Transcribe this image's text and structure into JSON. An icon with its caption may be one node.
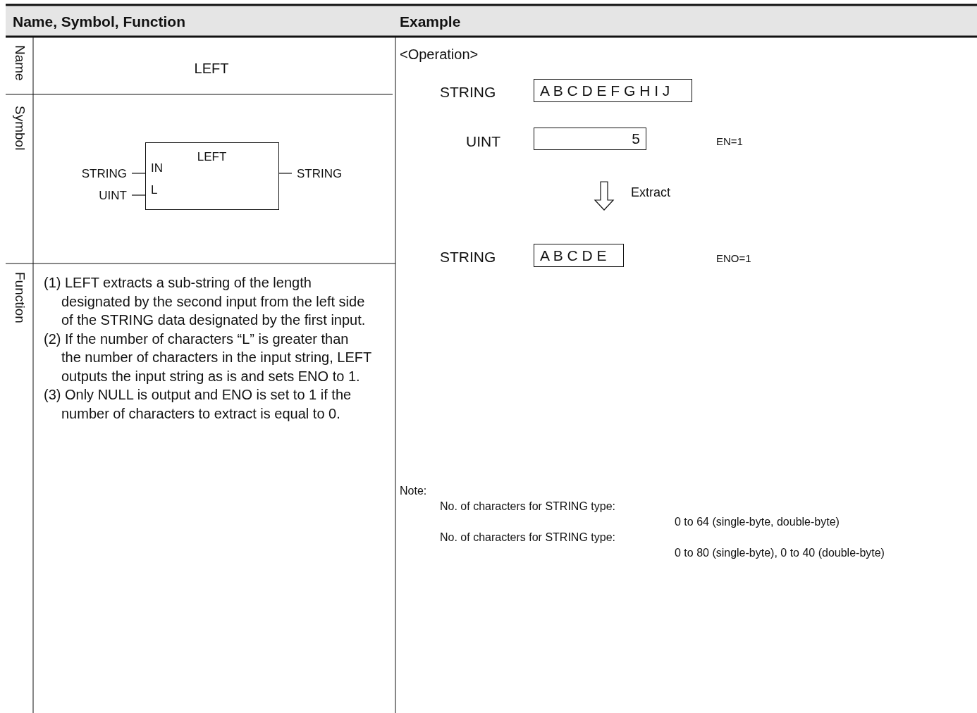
{
  "diagram": {
    "nodes": [
      {
        "text": [
          "LEFT",
          "IN",
          "L"
        ]
      },
      {
        "text": [
          "STRING"
        ]
      },
      {
        "text": [
          "UINT"
        ]
      },
      {
        "text": [
          "STRING"
        ]
      },
      {
        "text": [
          "A B C D E F G H I J"
        ]
      },
      {
        "text": [
          "5"
        ]
      },
      {
        "text": [
          "A B C D E"
        ]
      }
    ],
    "edges": [
      {
        "from": 1,
        "to": 0,
        "arrow": "none"
      },
      {
        "from": 2,
        "to": 0,
        "arrow": "none"
      },
      {
        "from": 0,
        "to": 3,
        "arrow": "none"
      },
      {
        "from": 5,
        "to": 6,
        "arrow": "to",
        "label": "Extract"
      }
    ],
    "labels": [
      "Name, Symbol, Function",
      "Example",
      "Name",
      "LEFT",
      "Symbol",
      "Function",
      "(1) LEFT extracts a sub-string of the length designated by the second input from the left side of the STRING data designated by the first input.",
      "(2) If the number of characters “L” is greater than the number of characters in the input string, LEFT outputs the input string as is and sets ENO to 1.",
      "(3) Only NULL is output and ENO is set to 1 if the number of characters to extract is equal to 0.",
      "<Operation>",
      "STRING",
      "UINT",
      "EN=1",
      "STRING",
      "ENO=1",
      "Note:",
      "No. of characters for STRING type:",
      "0 to 64 (single-byte, double-byte)",
      "No. of characters for STRING type:",
      "0 to 80 (single-byte), 0 to 40 (double-byte)"
    ]
  }
}
